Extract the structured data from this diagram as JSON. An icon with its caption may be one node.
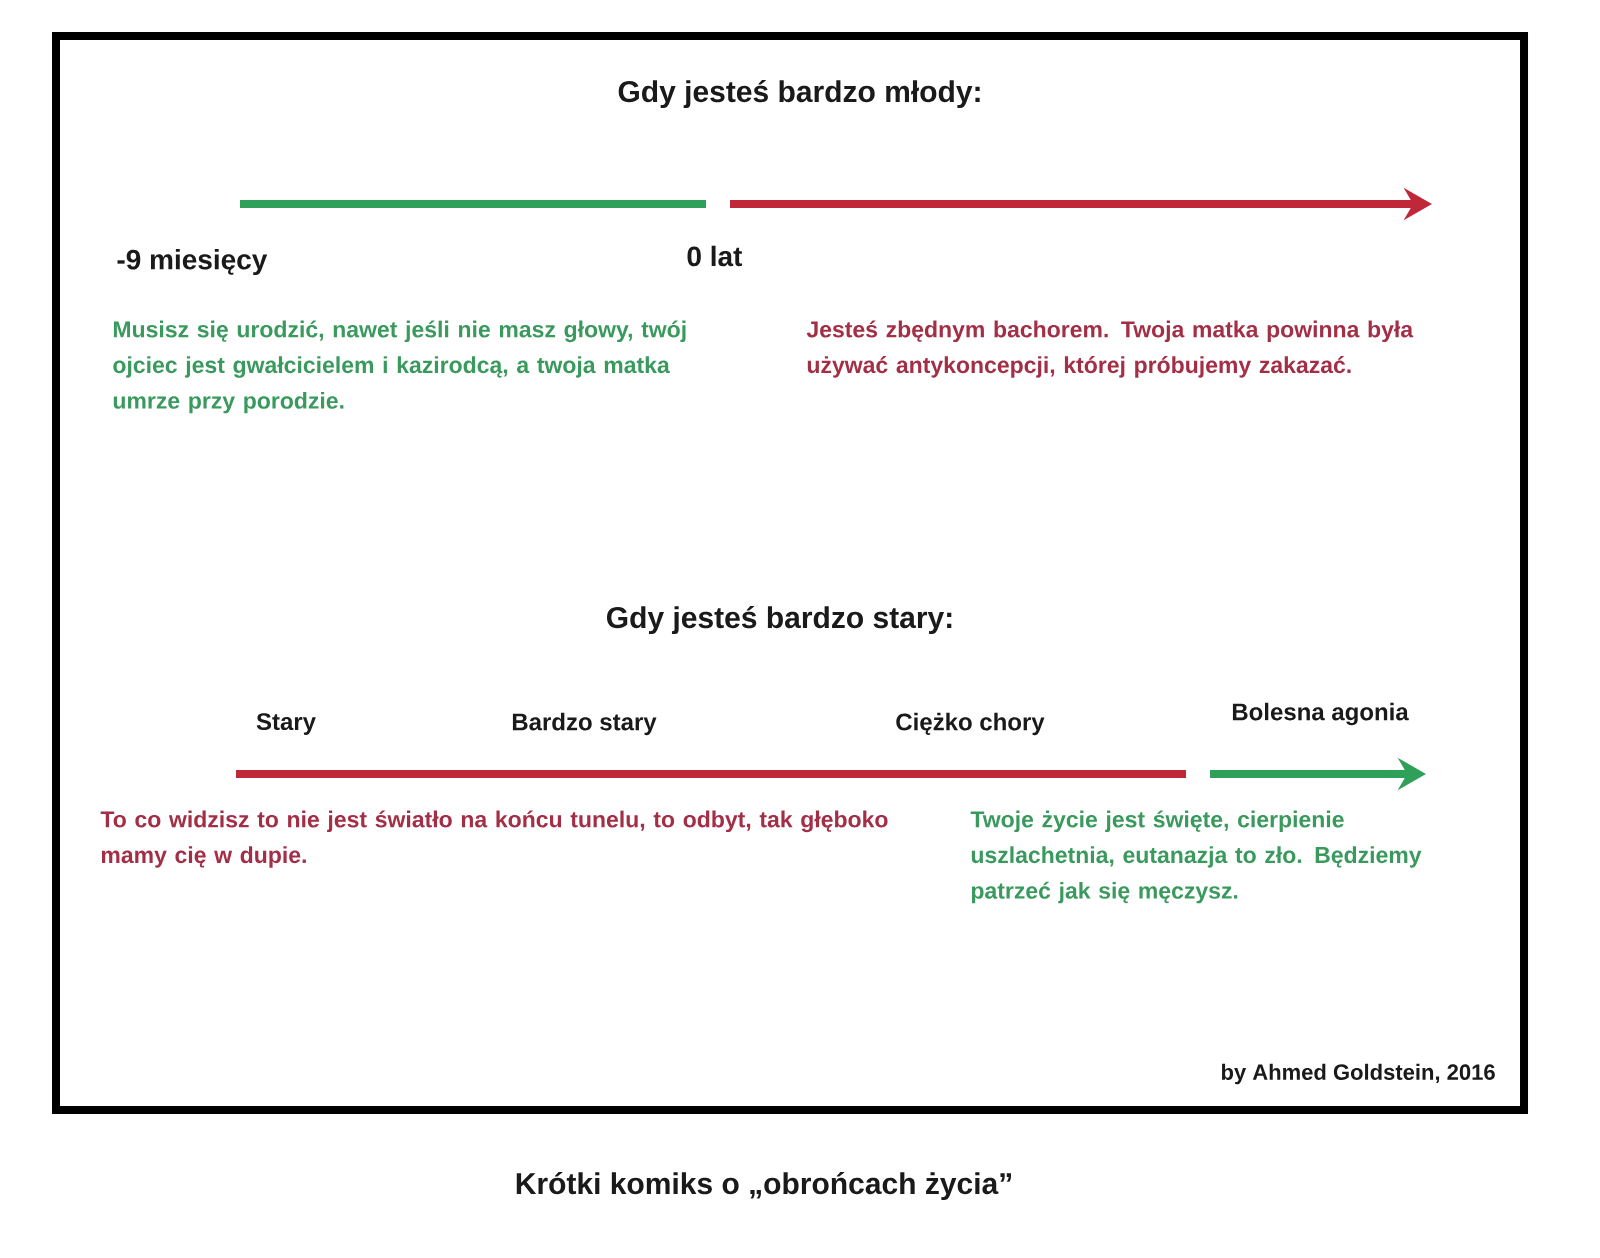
{
  "diagram": {
    "caption": "Krótki komiks o „obrońcach życia”",
    "labels": [
      "Gdy jesteś bardzo młody:",
      "-9 miesięcy",
      "0 lat",
      "Musisz się urodzić, nawet jeśli nie masz głowy, twój ojciec jest gwałcicielem i kazirodcą, a twoja matka umrze przy porodzie.",
      "Jesteś zbędnym bachorem. Twoja matka powinna była używać antykoncepcji, której próbujemy zakazać.",
      "Gdy jesteś bardzo stary:",
      "Stary",
      "Bardzo stary",
      "Ciężko chory",
      "Bolesna agonia",
      "To co widzisz to nie jest światło na końcu tunelu, to odbyt, tak głęboko mamy cię w dupie.",
      "Twoje życie jest święte, cierpienie uszlachetnia, eutanazja to zło. Będziemy patrzeć jak się męczysz.",
      "by Ahmed Goldstein, 2016"
    ]
  }
}
